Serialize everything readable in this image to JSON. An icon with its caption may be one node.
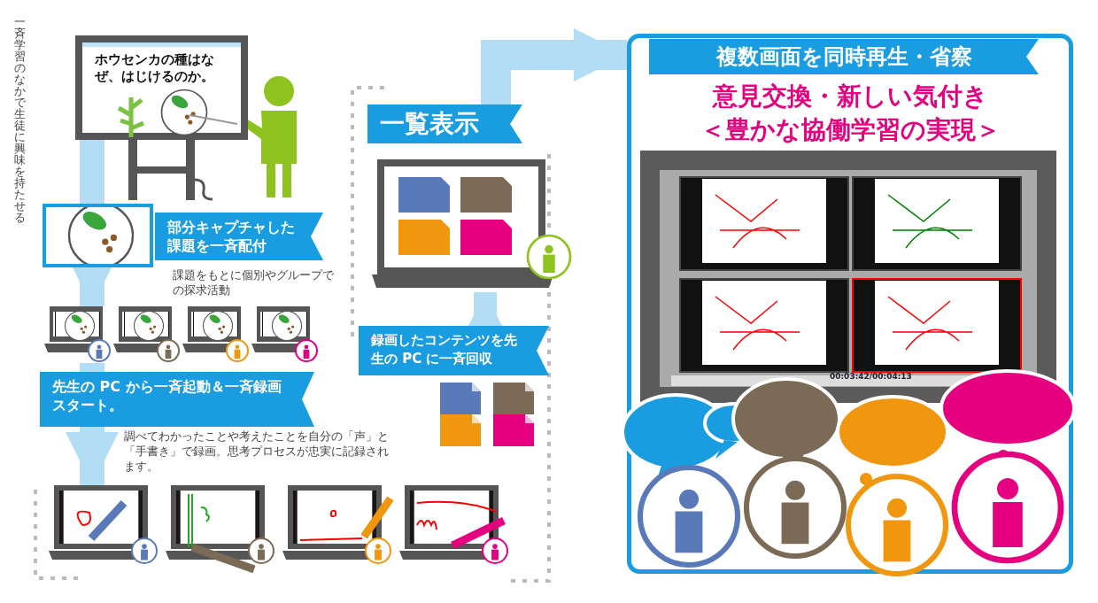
{
  "diagram": {
    "nodes": [
      {
        "text": [
          "ホウセンカの種はなぜ、はじけるのか。"
        ]
      },
      {
        "text": [
          "部分キャプチャした課題を一斉配付"
        ],
        "beside": [
          "課題をもとに個別やグループでの探求活動"
        ]
      },
      {
        "text": [],
        "shape": "picture"
      },
      {
        "text": [
          "先生の PC から一斉起動＆一斉録画スタート。"
        ],
        "beside": [
          "調べてわかったことや考えたことを自分の「声」と「手書き」で録画。思考プロセスが忠実に記録されます。"
        ]
      },
      {
        "text": [],
        "shape": "picture"
      },
      {
        "text": [
          "録画したコンテンツを先生の PC に一斉回収"
        ]
      },
      {
        "text": [
          "一覧表示"
        ]
      },
      {
        "text": [
          "複数画面を同時再生・省察",
          "意見交換・新しい気付き",
          "＜豊かな協働学習の実現＞"
        ]
      }
    ],
    "edges": [
      {
        "from": 0,
        "to": 1,
        "arrow": "none"
      },
      {
        "from": 1,
        "to": 2,
        "arrow": "to"
      },
      {
        "from": 2,
        "to": 3,
        "arrow": "none"
      },
      {
        "from": 3,
        "to": 4,
        "arrow": "to"
      },
      {
        "from": 5,
        "to": 6,
        "arrow": "to"
      },
      {
        "from": 6,
        "to": 7,
        "arrow": "to"
      }
    ],
    "labels": [
      "一斉学習のなかで生徒に興味を持たせる",
      "00:03:42/00:04:13"
    ]
  }
}
